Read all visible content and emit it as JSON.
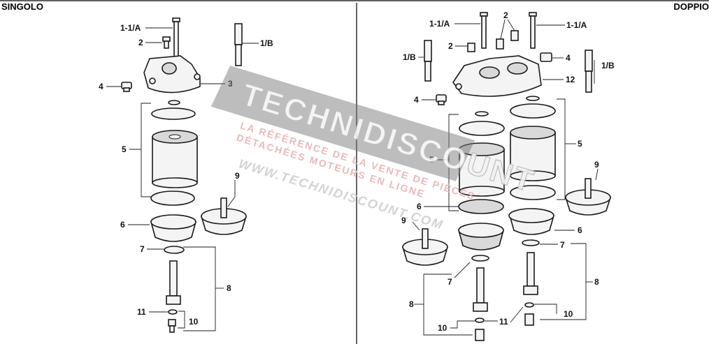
{
  "headers": {
    "left": "SINGOLO",
    "right": "DOPPIO"
  },
  "watermark": {
    "brand": "TECHNIDISCOUNT",
    "tagline_1": "LA RÉFÉRENCE DE LA VENTE DE PIÈCES",
    "tagline_2": "DÉTACHÉES MOTEURS EN LIGNE",
    "url": "WWW.TECHNIDISCOUNT.COM"
  },
  "left_labels": {
    "l11a": "1-1/A",
    "l2": "2",
    "l1b": "1/B",
    "l4": "4",
    "l3": "3",
    "l5": "5",
    "l9": "9",
    "l6": "6",
    "l7": "7",
    "l8": "8",
    "l11": "11",
    "l10": "10"
  },
  "right_labels": {
    "r11a_a": "1-1/A",
    "r2": "2",
    "r11a_b": "1-1/A",
    "r2b": "2",
    "r1b_a": "1/B",
    "r4_a": "4",
    "r12": "12",
    "r1b_b": "1/B",
    "r4_b": "4",
    "r5_a": "5",
    "r5_b": "5",
    "r9_a": "9",
    "r6_a": "6",
    "r9_b": "9",
    "r6_b": "6",
    "r7_a": "7",
    "r7_b": "7",
    "r8_a": "8",
    "r8_b": "8",
    "r10_a": "10",
    "r11": "11",
    "r10_b": "10"
  }
}
